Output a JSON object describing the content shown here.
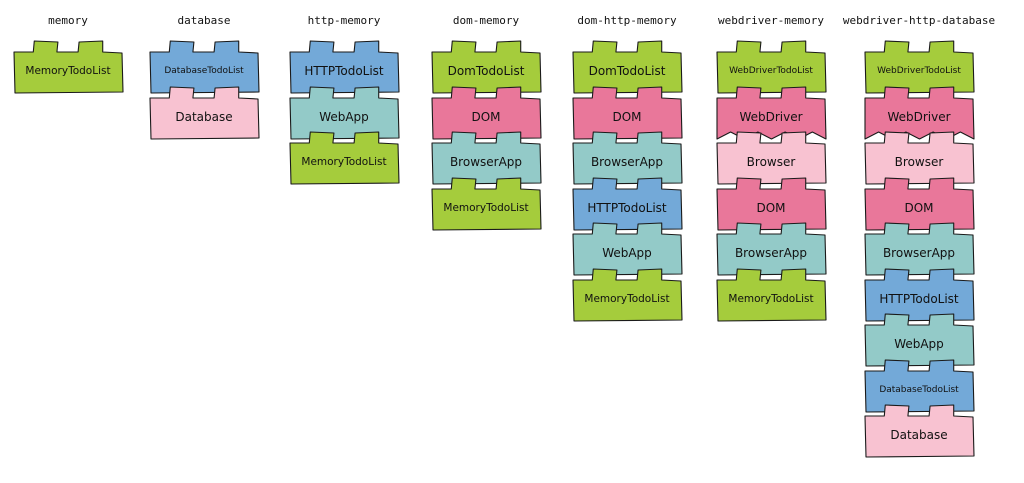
{
  "colors": {
    "green": "#a5cc3c",
    "blue": "#73a9d8",
    "pink": "#f8c2d1",
    "red": "#e9779a",
    "teal": "#93cac8",
    "stroke": "#1a1a1a"
  },
  "columns": [
    {
      "title": "memory",
      "pieces": [
        {
          "label": "MemoryTodoList",
          "color": "green"
        }
      ]
    },
    {
      "title": "database",
      "pieces": [
        {
          "label": "DatabaseTodoList",
          "color": "blue"
        },
        {
          "label": "Database",
          "color": "pink"
        }
      ]
    },
    {
      "title": "http-memory",
      "pieces": [
        {
          "label": "HTTPTodoList",
          "color": "blue"
        },
        {
          "label": "WebApp",
          "color": "teal"
        },
        {
          "label": "MemoryTodoList",
          "color": "green"
        }
      ]
    },
    {
      "title": "dom-memory",
      "pieces": [
        {
          "label": "DomTodoList",
          "color": "green"
        },
        {
          "label": "DOM",
          "color": "red"
        },
        {
          "label": "BrowserApp",
          "color": "teal"
        },
        {
          "label": "MemoryTodoList",
          "color": "green"
        }
      ]
    },
    {
      "title": "dom-http-memory",
      "pieces": [
        {
          "label": "DomTodoList",
          "color": "green"
        },
        {
          "label": "DOM",
          "color": "red"
        },
        {
          "label": "BrowserApp",
          "color": "teal"
        },
        {
          "label": "HTTPTodoList",
          "color": "blue"
        },
        {
          "label": "WebApp",
          "color": "teal"
        },
        {
          "label": "MemoryTodoList",
          "color": "green"
        }
      ]
    },
    {
      "title": "webdriver-memory",
      "pieces": [
        {
          "label": "WebDriverTodoList",
          "color": "green",
          "knobs": true
        },
        {
          "label": "WebDriver",
          "color": "red",
          "zigzag": true
        },
        {
          "label": "Browser",
          "color": "pink"
        },
        {
          "label": "DOM",
          "color": "red"
        },
        {
          "label": "BrowserApp",
          "color": "teal"
        },
        {
          "label": "MemoryTodoList",
          "color": "green"
        }
      ]
    },
    {
      "title": "webdriver-http-database",
      "pieces": [
        {
          "label": "WebDriverTodoList",
          "color": "green",
          "knobs": true
        },
        {
          "label": "WebDriver",
          "color": "red",
          "zigzag": true
        },
        {
          "label": "Browser",
          "color": "pink"
        },
        {
          "label": "DOM",
          "color": "red"
        },
        {
          "label": "BrowserApp",
          "color": "teal"
        },
        {
          "label": "HTTPTodoList",
          "color": "blue"
        },
        {
          "label": "WebApp",
          "color": "teal"
        },
        {
          "label": "DatabaseTodoList",
          "color": "blue"
        },
        {
          "label": "Database",
          "color": "pink"
        }
      ]
    }
  ]
}
